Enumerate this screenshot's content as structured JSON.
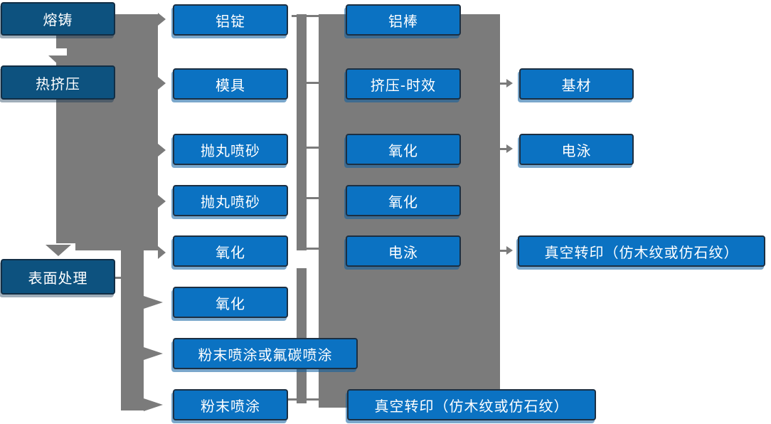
{
  "diagram_title": "",
  "colors": {
    "box_primary": "#0B72C2",
    "box_stage_dark": "#0D527F",
    "connector_gray": "#7B7B7B",
    "text": "#FFFFFF",
    "background": "#FFFFFF"
  },
  "nodes": [
    {
      "id": "melt-casting",
      "column": 1,
      "label": "熔铸"
    },
    {
      "id": "hot-extrusion",
      "column": 1,
      "label": "热挤压"
    },
    {
      "id": "surface-treatment",
      "column": 1,
      "label": "表面处理"
    },
    {
      "id": "aluminum-ingot",
      "column": 2,
      "label": "铝锭"
    },
    {
      "id": "mold",
      "column": 2,
      "label": "模具"
    },
    {
      "id": "shot-blasting-sandblasting-1",
      "column": 2,
      "label": "抛丸喷砂"
    },
    {
      "id": "shot-blasting-sandblasting-2",
      "column": 2,
      "label": "抛丸喷砂"
    },
    {
      "id": "oxidation-1",
      "column": 2,
      "label": "氧化"
    },
    {
      "id": "oxidation-2",
      "column": 2,
      "label": "氧化"
    },
    {
      "id": "powder-or-fluorocarbon-coating",
      "column": 2,
      "label": "粉末喷涂或氟碳喷涂"
    },
    {
      "id": "powder-coating",
      "column": 2,
      "label": "粉末喷涂"
    },
    {
      "id": "aluminum-rod",
      "column": 3,
      "label": "铝棒"
    },
    {
      "id": "extrusion-aging",
      "column": 3,
      "label": "挤压-时效"
    },
    {
      "id": "oxidation-3",
      "column": 3,
      "label": "氧化"
    },
    {
      "id": "oxidation-4",
      "column": 3,
      "label": "氧化"
    },
    {
      "id": "electrophoresis-1",
      "column": 3,
      "label": "电泳"
    },
    {
      "id": "vacuum-transfer-1",
      "column": 3,
      "label": "真空转印（仿木纹或仿石纹）"
    },
    {
      "id": "substrate",
      "column": 4,
      "label": "基材"
    },
    {
      "id": "electrophoresis-2",
      "column": 4,
      "label": "电泳"
    },
    {
      "id": "vacuum-transfer-2",
      "column": 4,
      "label": "真空转印（仿木纹或仿石纹）"
    }
  ]
}
